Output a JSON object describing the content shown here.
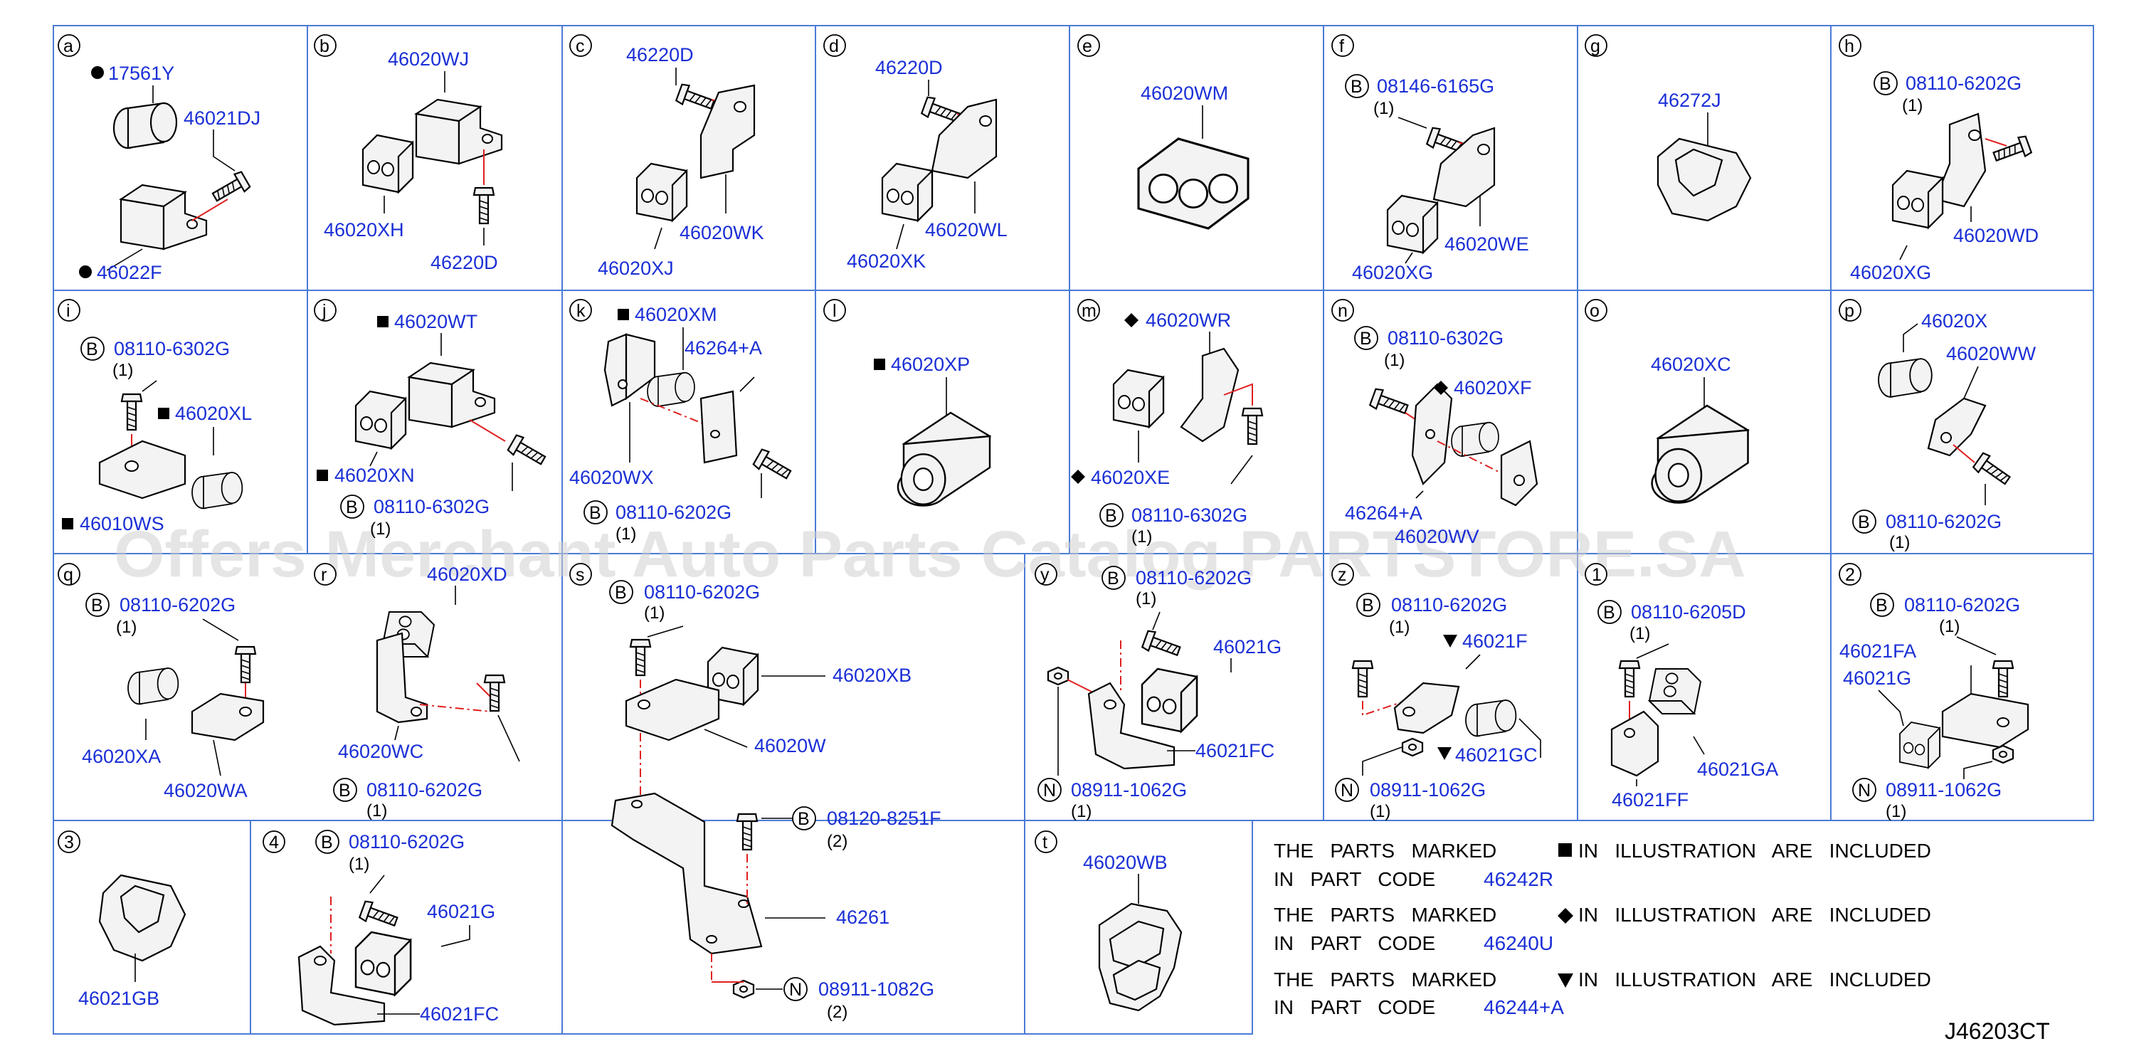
{
  "cells": {
    "a": {
      "letter": "a",
      "labels": [
        "17561Y",
        "46021DJ",
        "46022F"
      ]
    },
    "b": {
      "letter": "b",
      "labels": [
        "46020WJ",
        "46020XH",
        "46220D"
      ]
    },
    "c": {
      "letter": "c",
      "labels": [
        "46220D",
        "46020WK",
        "46020XJ"
      ]
    },
    "d": {
      "letter": "d",
      "labels": [
        "46220D",
        "46020WL",
        "46020XK"
      ]
    },
    "e": {
      "letter": "e",
      "labels": [
        "46020WM"
      ]
    },
    "f": {
      "letter": "f",
      "labels": [
        "08146-6165G",
        "46020WE",
        "46020XG"
      ],
      "qty": [
        "(1)"
      ]
    },
    "g": {
      "letter": "g",
      "labels": [
        "46272J"
      ]
    },
    "h": {
      "letter": "h",
      "labels": [
        "08110-6202G",
        "46020WD",
        "46020XG"
      ],
      "qty": [
        "(1)"
      ]
    },
    "i": {
      "letter": "i",
      "labels": [
        "08110-6302G",
        "46020XL",
        "46010WS"
      ],
      "qty": [
        "(1)"
      ]
    },
    "j": {
      "letter": "j",
      "labels": [
        "46020WT",
        "46020XN",
        "08110-6302G"
      ],
      "qty": [
        "(1)"
      ]
    },
    "k": {
      "letter": "k",
      "labels": [
        "46020XM",
        "46264+A",
        "46020WX",
        "08110-6202G"
      ],
      "qty": [
        "(1)"
      ]
    },
    "l": {
      "letter": "l",
      "labels": [
        "46020XP"
      ]
    },
    "m": {
      "letter": "m",
      "labels": [
        "46020WR",
        "46020XE",
        "08110-6302G"
      ],
      "qty": [
        "(1)"
      ]
    },
    "n": {
      "letter": "n",
      "labels": [
        "08110-6302G",
        "46020XF",
        "46264+A",
        "46020WV"
      ],
      "qty": [
        "(1)"
      ]
    },
    "o": {
      "letter": "o",
      "labels": [
        "46020XC"
      ]
    },
    "p": {
      "letter": "p",
      "labels": [
        "46020X",
        "46020WW",
        "08110-6202G"
      ],
      "qty": [
        "(1)"
      ]
    },
    "q": {
      "letter": "q",
      "labels": [
        "08110-6202G",
        "46020XA",
        "46020WA"
      ],
      "qty": [
        "(1)"
      ]
    },
    "r": {
      "letter": "r",
      "labels": [
        "46020XD",
        "46020WC",
        "08110-6202G"
      ],
      "qty": [
        "(1)"
      ]
    },
    "s": {
      "letter": "s",
      "labels": [
        "08110-6202G",
        "46020XB",
        "46020W",
        "08120-8251F",
        "46261",
        "08911-1082G"
      ],
      "qty": [
        "(1)",
        "(2)",
        "(2)"
      ]
    },
    "y": {
      "letter": "y",
      "labels": [
        "08110-6202G",
        "46021G",
        "46021FC",
        "08911-1062G"
      ],
      "qty": [
        "(1)",
        "(1)"
      ]
    },
    "z": {
      "letter": "z",
      "labels": [
        "08110-6202G",
        "46021F",
        "46021GC",
        "08911-1062G"
      ],
      "qty": [
        "(1)",
        "(1)"
      ]
    },
    "c1": {
      "letter": "1",
      "labels": [
        "08110-6205D",
        "46021GA",
        "46021FF"
      ],
      "qty": [
        "(1)"
      ]
    },
    "c2": {
      "letter": "2",
      "labels": [
        "08110-6202G",
        "46021FA",
        "46021G",
        "08911-1062G"
      ],
      "qty": [
        "(1)",
        "(1)"
      ]
    },
    "c3": {
      "letter": "3",
      "labels": [
        "46021GB"
      ]
    },
    "c4": {
      "letter": "4",
      "labels": [
        "08110-6202G",
        "46021G",
        "46021FC"
      ],
      "qty": [
        "(1)"
      ]
    },
    "t": {
      "letter": "t",
      "labels": [
        "46020WB"
      ]
    }
  },
  "b_badge": "B",
  "n_badge": "N",
  "notes": [
    {
      "line1": "THE   PARTS   MARKED",
      "marker": "square",
      "line1b": "IN   ILLUSTRATION   ARE   INCLUDED",
      "line2": "IN   PART   CODE",
      "code": "46242R"
    },
    {
      "line1": "THE   PARTS   MARKED",
      "marker": "diamond",
      "line1b": "IN   ILLUSTRATION   ARE   INCLUDED",
      "line2": "IN   PART   CODE",
      "code": "46240U"
    },
    {
      "line1": "THE   PARTS   MARKED",
      "marker": "triangle",
      "line1b": "IN   ILLUSTRATION   ARE   INCLUDED",
      "line2": "IN   PART   CODE",
      "code": "46244+A"
    }
  ],
  "diagram_ref": "J46203CT",
  "watermark": "Offers Merchant Auto Parts Catalog PARTSTORE.SA"
}
